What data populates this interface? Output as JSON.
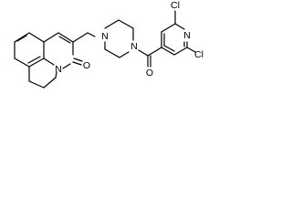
{
  "structure": {
    "background_color": "#ffffff",
    "bond_color": "#000000",
    "atom_labels": {
      "quinolizinone_nitrogen": "N",
      "carbonyl_oxygen_ring": "O",
      "piperazine_n_top": "N",
      "piperazine_n_bottom": "N",
      "amide_oxygen": "O",
      "pyridine_nitrogen": "N",
      "chlorine_top": "Cl",
      "chlorine_bottom": "Cl"
    }
  }
}
